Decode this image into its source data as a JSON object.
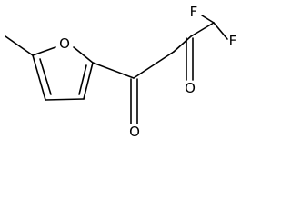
{
  "molecule": {
    "atoms": {
      "ring_oxygen": "O",
      "fluorine_top": "F",
      "fluorine_right": "F",
      "ketone_oxygen_right": "O",
      "ketone_oxygen_bottom": "O"
    },
    "colors": {
      "bond": "#000000",
      "label": "#000000",
      "background": "#ffffff"
    }
  }
}
